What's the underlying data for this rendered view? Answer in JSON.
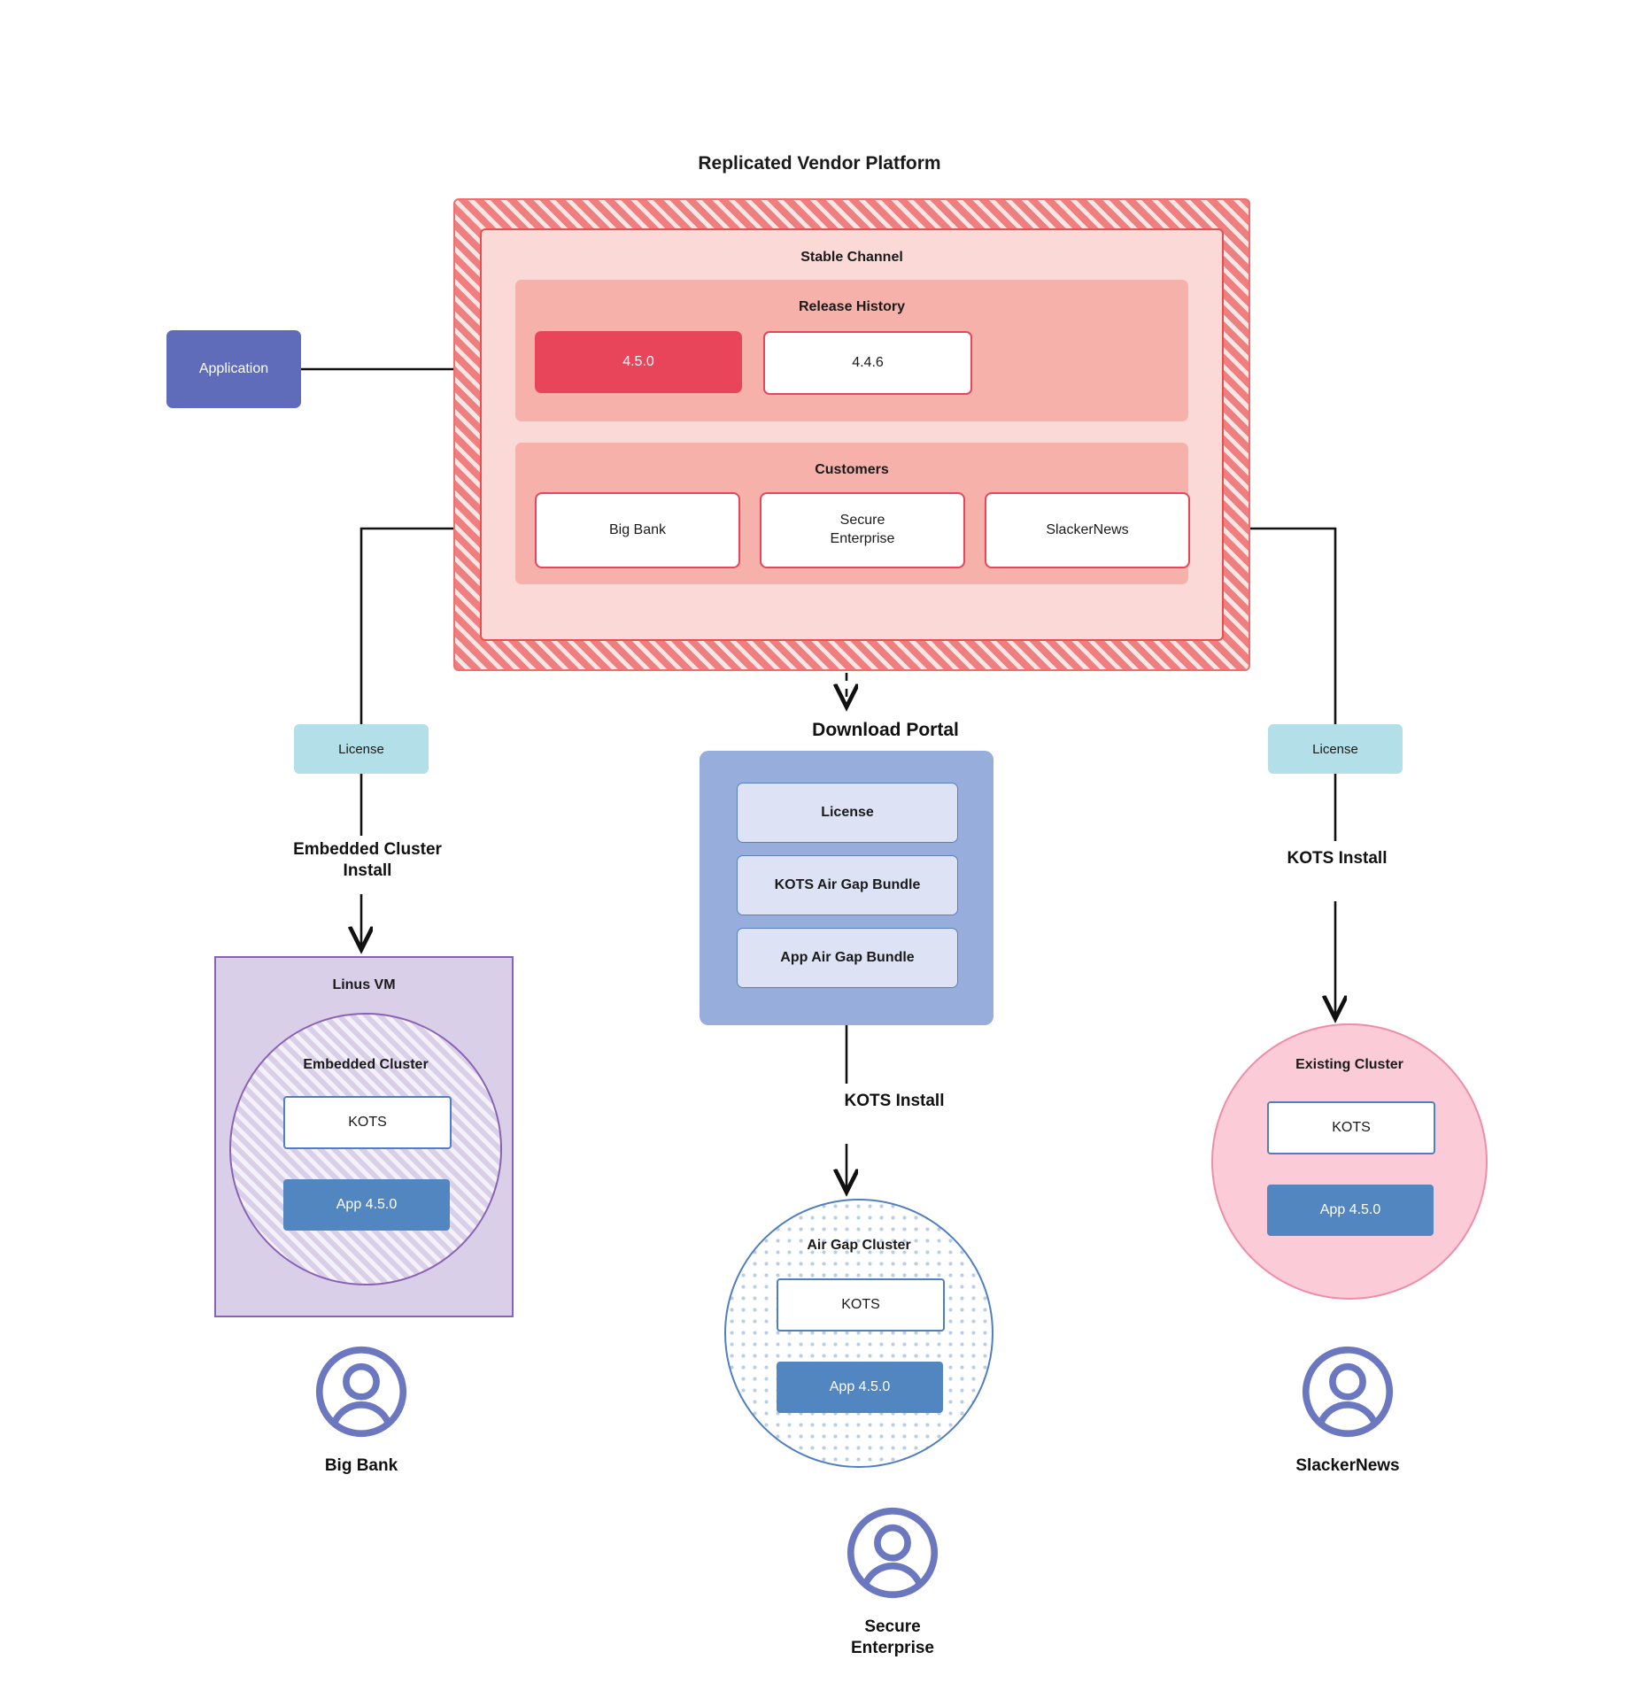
{
  "diagram": {
    "vendor_platform": {
      "title": "Replicated Vendor Platform",
      "channel_title": "Stable Channel",
      "release_history": {
        "title": "Release History",
        "releases": [
          {
            "version": "4.5.0",
            "state": "current"
          },
          {
            "version": "4.4.6",
            "state": "previous"
          }
        ]
      },
      "customers": {
        "title": "Customers",
        "items": [
          {
            "name": "Big Bank"
          },
          {
            "name": "Secure\nEnterprise"
          },
          {
            "name": "SlackerNews"
          }
        ]
      }
    },
    "application_box": {
      "label": "Application"
    },
    "licenses": [
      {
        "id": "license-left",
        "label": "License"
      },
      {
        "id": "license-right",
        "label": "License"
      }
    ],
    "install_labels": {
      "left": "Embedded Cluster\nInstall",
      "middle": "KOTS Install",
      "right": "KOTS Install"
    },
    "download_portal": {
      "title": "Download  Portal",
      "items": [
        {
          "label": "License"
        },
        {
          "label": "KOTS Air Gap Bundle"
        },
        {
          "label": "App Air Gap Bundle"
        }
      ]
    },
    "targets": {
      "linux_vm": {
        "title": "Linus VM",
        "cluster_title": "Embedded Cluster",
        "kots_label": "KOTS",
        "app_label": "App 4.5.0"
      },
      "air_gap": {
        "title": "Air Gap Cluster",
        "kots_label": "KOTS",
        "app_label": "App 4.5.0"
      },
      "existing": {
        "title": "Existing Cluster",
        "kots_label": "KOTS",
        "app_label": "App 4.5.0"
      }
    },
    "personas": [
      {
        "name": "Big Bank",
        "icon": "user-avatar-icon"
      },
      {
        "name": "Secure\nEnterprise",
        "icon": "user-avatar-icon"
      },
      {
        "name": "SlackerNews",
        "icon": "user-avatar-icon"
      }
    ],
    "colors": {
      "vendor_hatch": "#ef7f7f",
      "channel_bg": "#fbd9d6",
      "panel_bg": "#f7b1ab",
      "release_current": "#e8455a",
      "application": "#5e6cb9",
      "license": "#b2dfe8",
      "portal": "#97aedd",
      "portal_item": "#dde3f4",
      "vm": "#d9cfe9",
      "vm_border": "#8a62b3",
      "existing_cluster": "#fbccd8",
      "existing_border": "#f08ca8",
      "app_chip": "#5286c0",
      "kots_border": "#4f7fc0",
      "persona": "#6b78bf"
    }
  }
}
